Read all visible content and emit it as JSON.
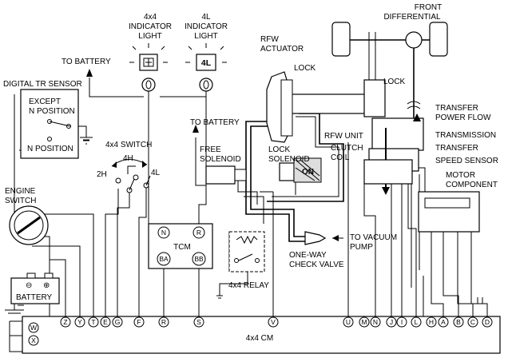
{
  "labels": {
    "front_differential_1": "FRONT",
    "front_differential_2": "DIFFERENTIAL",
    "ind_4x4_1": "4x4",
    "ind_4x4_2": "INDICATOR",
    "ind_4x4_3": "LIGHT",
    "ind_4l_1": "4L",
    "ind_4l_2": "INDICATOR",
    "ind_4l_3": "LIGHT",
    "ind_4l_glyph": "4L",
    "to_battery_top": "TO BATTERY",
    "rfw_actuator_1": "RFW",
    "rfw_actuator_2": "ACTUATOR",
    "lock_top": "LOCK",
    "lock_right": "LOCK",
    "digital_tr_sensor": "DIGITAL TR SENSOR",
    "except_n_1": "EXCEPT",
    "except_n_2": "N POSITION",
    "n_position": "N POSITION",
    "to_battery_mid": "TO BATTERY",
    "rfw_unit": "RFW UNIT",
    "transfer_power_flow_1": "TRANSFER",
    "transfer_power_flow_2": "POWER FLOW",
    "transmission": "TRANSMISSION",
    "transfer": "TRANSFER",
    "speed_sensor": "SPEED SENSOR",
    "motor_component_1": "MOTOR",
    "motor_component_2": "COMPONENT",
    "switch_4x4": "4x4 SWITCH",
    "sw_4h": "4H",
    "sw_2h": "2H",
    "sw_4l": "4L",
    "free_solenoid_1": "FREE",
    "free_solenoid_2": "SOLENOID",
    "lock_solenoid_1": "LOCK",
    "lock_solenoid_2": "SOLENOID",
    "on_label": "ON",
    "clutch_coil_1": "CLUTCH",
    "clutch_coil_2": "COIL",
    "engine_switch_1": "ENGINE",
    "engine_switch_2": "SWITCH",
    "tcm": "TCM",
    "tcm_n": "N",
    "tcm_r": "R",
    "tcm_ba": "BA",
    "tcm_bb": "BB",
    "to_vacuum_1": "TO VACUUM",
    "to_vacuum_2": "PUMP",
    "one_way_1": "ONE-WAY",
    "one_way_2": "CHECK VALVE",
    "relay": "4x4 RELAY",
    "battery": "BATTERY",
    "battery_minus": "⊖",
    "battery_plus": "⊕",
    "cm": "4x4 CM"
  },
  "cm_pins_left": [
    "W",
    "X"
  ],
  "cm_pins_bottom": [
    "Z",
    "Y",
    "T",
    "E",
    "G",
    "F",
    "R",
    "S",
    "V",
    "U",
    "M",
    "N",
    "J",
    "I",
    "L",
    "H",
    "A",
    "B",
    "C",
    "D"
  ]
}
